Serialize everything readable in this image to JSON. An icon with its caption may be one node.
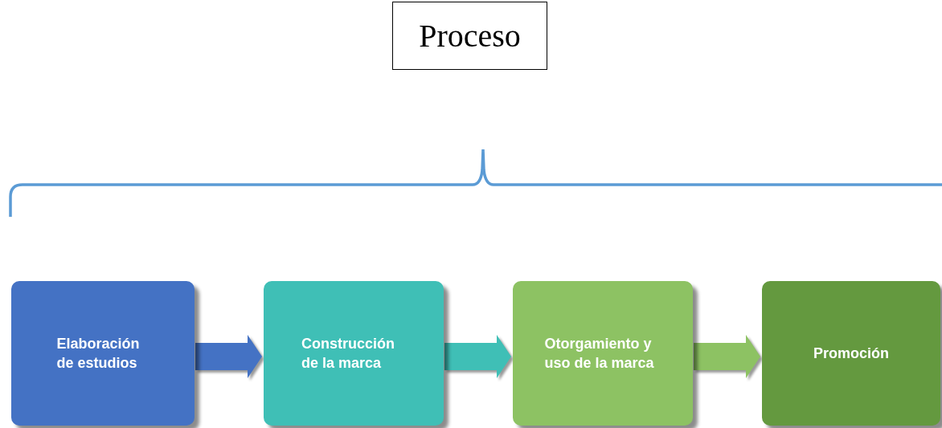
{
  "diagram": {
    "nodes": [
      {
        "text": [
          "Proceso"
        ]
      },
      {
        "text": [
          "Elaboración de estudios"
        ]
      },
      {
        "text": [
          "Construcción de la marca"
        ]
      },
      {
        "text": [
          "Otorgamiento y uso de la marca"
        ]
      },
      {
        "text": [
          "Promoción"
        ]
      }
    ],
    "edges": [
      {
        "from": 1,
        "to": 2,
        "arrow": "to",
        "color": "#4472c4"
      },
      {
        "from": 2,
        "to": 3,
        "arrow": "to",
        "color": "#3fbfb6"
      },
      {
        "from": 3,
        "to": 4,
        "arrow": "to",
        "color": "#8dc263"
      }
    ]
  }
}
